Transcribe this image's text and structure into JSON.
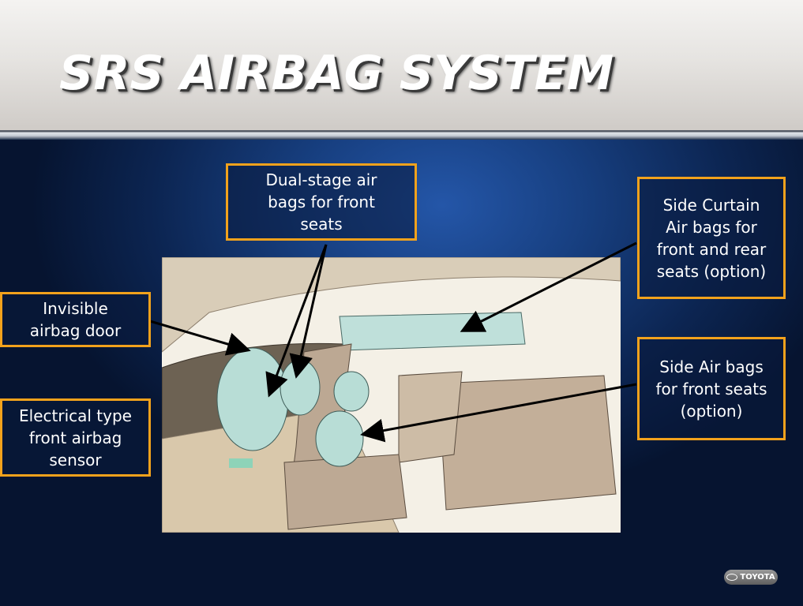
{
  "title": "SRS AIRBAG SYSTEM",
  "callouts": {
    "dual_stage": "Dual-stage air bags for front seats",
    "side_curtain": "Side Curtain Air bags for front and rear seats (option)",
    "invisible_door": "Invisible airbag door",
    "sensor": "Electrical type front airbag sensor",
    "side_airbags": "Side Air bags for front seats (option)"
  },
  "logo": {
    "text": "TOYOTA"
  },
  "colors": {
    "callout_border": "#f2a21c",
    "background": "#173f80"
  }
}
